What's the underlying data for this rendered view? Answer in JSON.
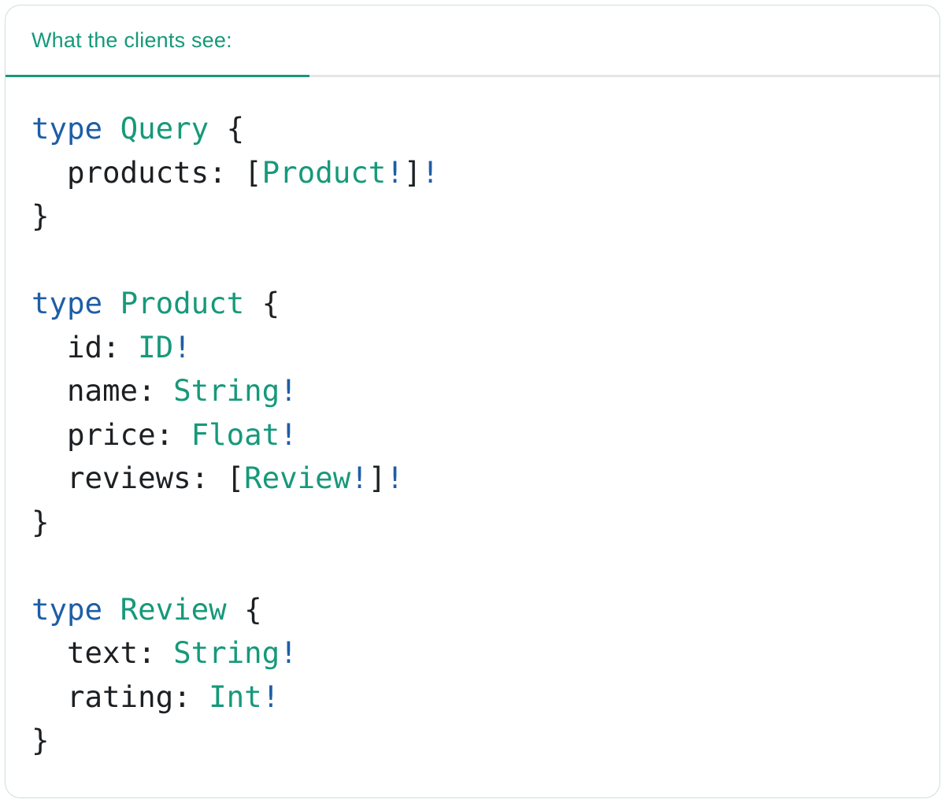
{
  "colors": {
    "accent": "#16997a",
    "keyword": "#1d5ea6",
    "plain": "#1d2023",
    "divider": "#e6e6e6",
    "card_border": "#cde3d6",
    "background": "#ffffff"
  },
  "tab": {
    "label": "What the clients see:"
  },
  "code": {
    "language": "graphql",
    "text": "type Query {\n  products: [Product!]!\n}\n\ntype Product {\n  id: ID!\n  name: String!\n  price: Float!\n  reviews: [Review!]!\n}\n\ntype Review {\n  text: String!\n  rating: Int!\n}",
    "lines": [
      [
        {
          "t": "type",
          "c": "kw"
        },
        {
          "t": " ",
          "c": "plain"
        },
        {
          "t": "Query",
          "c": "type"
        },
        {
          "t": " {",
          "c": "plain"
        }
      ],
      [
        {
          "t": "  products: [",
          "c": "plain"
        },
        {
          "t": "Product",
          "c": "type"
        },
        {
          "t": "!",
          "c": "bang"
        },
        {
          "t": "]",
          "c": "plain"
        },
        {
          "t": "!",
          "c": "bang"
        }
      ],
      [
        {
          "t": "}",
          "c": "plain"
        }
      ],
      [],
      [
        {
          "t": "type",
          "c": "kw"
        },
        {
          "t": " ",
          "c": "plain"
        },
        {
          "t": "Product",
          "c": "type"
        },
        {
          "t": " {",
          "c": "plain"
        }
      ],
      [
        {
          "t": "  id: ",
          "c": "plain"
        },
        {
          "t": "ID",
          "c": "type"
        },
        {
          "t": "!",
          "c": "bang"
        }
      ],
      [
        {
          "t": "  name: ",
          "c": "plain"
        },
        {
          "t": "String",
          "c": "type"
        },
        {
          "t": "!",
          "c": "bang"
        }
      ],
      [
        {
          "t": "  price: ",
          "c": "plain"
        },
        {
          "t": "Float",
          "c": "type"
        },
        {
          "t": "!",
          "c": "bang"
        }
      ],
      [
        {
          "t": "  reviews: [",
          "c": "plain"
        },
        {
          "t": "Review",
          "c": "type"
        },
        {
          "t": "!",
          "c": "bang"
        },
        {
          "t": "]",
          "c": "plain"
        },
        {
          "t": "!",
          "c": "bang"
        }
      ],
      [
        {
          "t": "}",
          "c": "plain"
        }
      ],
      [],
      [
        {
          "t": "type",
          "c": "kw"
        },
        {
          "t": " ",
          "c": "plain"
        },
        {
          "t": "Review",
          "c": "type"
        },
        {
          "t": " {",
          "c": "plain"
        }
      ],
      [
        {
          "t": "  text: ",
          "c": "plain"
        },
        {
          "t": "String",
          "c": "type"
        },
        {
          "t": "!",
          "c": "bang"
        }
      ],
      [
        {
          "t": "  rating: ",
          "c": "plain"
        },
        {
          "t": "Int",
          "c": "type"
        },
        {
          "t": "!",
          "c": "bang"
        }
      ],
      [
        {
          "t": "}",
          "c": "plain"
        }
      ]
    ]
  }
}
